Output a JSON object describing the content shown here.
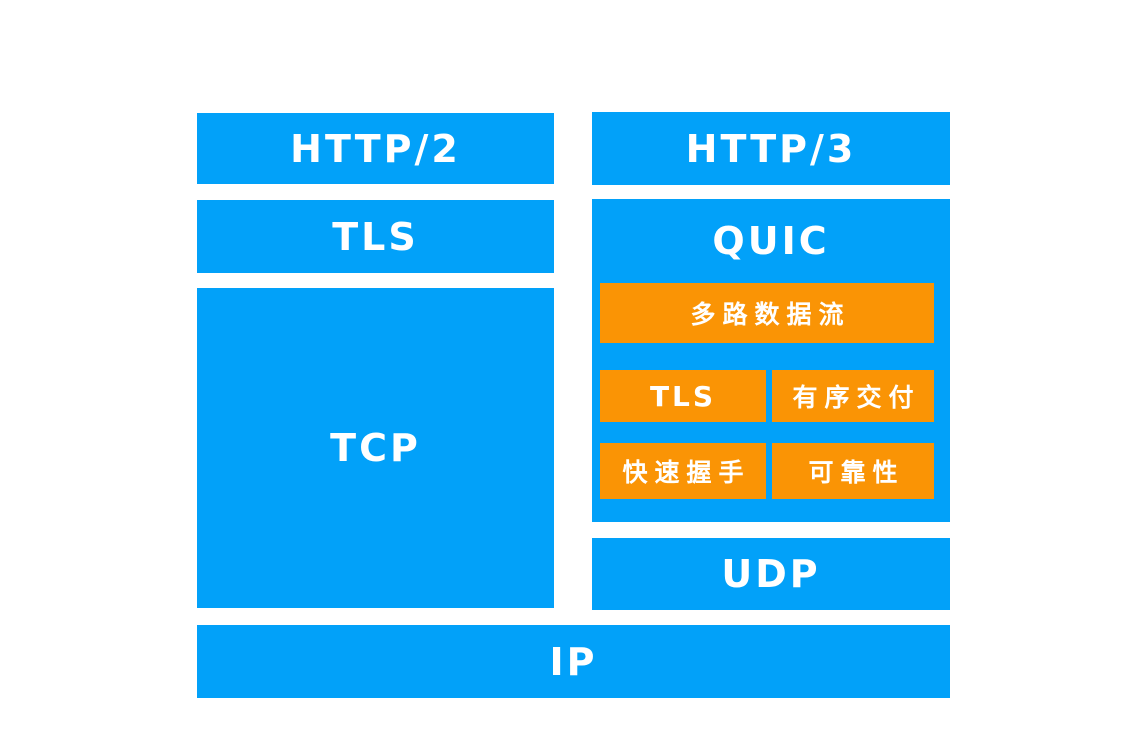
{
  "diagram": {
    "description": "HTTP/2 vs HTTP/3 protocol stack comparison",
    "colors": {
      "blue": "#02A1F9",
      "orange": "#FA9405",
      "label_text": "#FFFFFF",
      "background": "#FFFFFF"
    },
    "left_stack": {
      "http2_label": "HTTP/2",
      "tls_label": "TLS",
      "tcp_label": "TCP"
    },
    "right_stack": {
      "http3_label": "HTTP/3",
      "quic": {
        "label": "QUIC",
        "features": {
          "multiplexed_streams": "多路数据流",
          "tls": "TLS",
          "ordered_delivery": "有序交付",
          "fast_handshake": "快速握手",
          "reliability": "可靠性"
        }
      },
      "udp_label": "UDP"
    },
    "bottom": {
      "ip_label": "IP"
    }
  }
}
